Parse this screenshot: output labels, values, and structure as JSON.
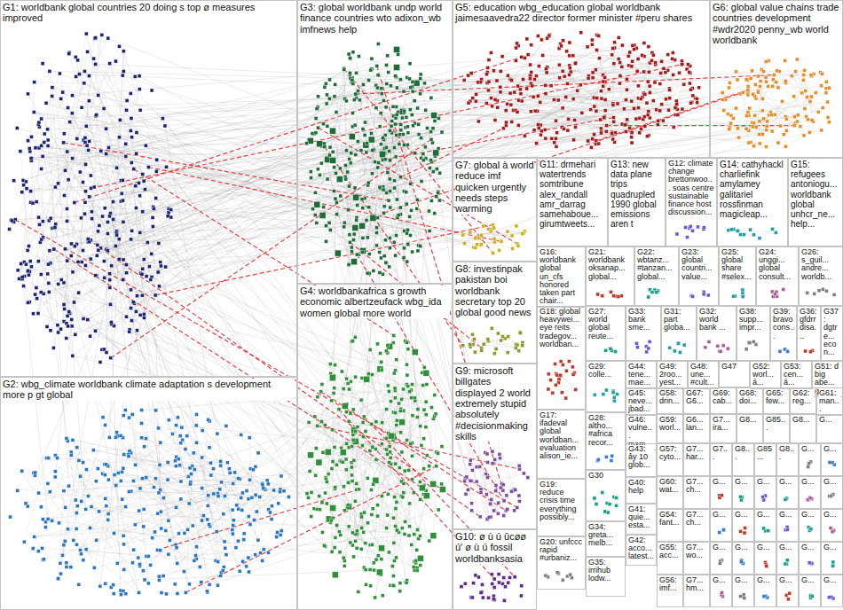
{
  "diagram": {
    "nodes": [
      {
        "text": [
          "G1: worldbank global countries 20 doing s top ø measures improved"
        ]
      },
      {
        "text": [
          "G3: global worldbank undp world finance countries wto adixon_wb imfnews help"
        ]
      },
      {
        "text": [
          "G5: education wbg_education global worldbank jaimesaavedra22 director former minister #peru shares"
        ]
      },
      {
        "text": [
          "G6: global value chains trade countries development #wdr2020 penny_wb world worldbank"
        ]
      },
      {
        "text": [
          "G7: global à world reduce imf quicken urgently needs steps warming"
        ]
      },
      {
        "text": [
          "G11: drmehari watertrends somtribune alex_randall amr_darrag samehaboue... girumtweets..."
        ]
      },
      {
        "text": [
          "G13: new data plane trips quadrupled 1990 global emissions aren t"
        ]
      },
      {
        "text": [
          "G12: climate change brettonwoo... soas centre sustainable finance host discussion..."
        ]
      },
      {
        "text": [
          "G14: cathyhackl charliefink amylamey galitariel rossfinman magicleap..."
        ]
      },
      {
        "text": [
          "G15: refugees antoniogu... worldbank global unhcr_ne... help..."
        ]
      },
      {
        "text": [
          "G8: investinpak pakistan boi worldbank secretary top 20 global good news"
        ]
      },
      {
        "text": [
          "G16: worldbank global un_cfs honored taken part chair..."
        ]
      },
      {
        "text": [
          "G21: worldbank oksanap... global..."
        ]
      },
      {
        "text": [
          "G22: wbtanz... #tanzan... global..."
        ]
      },
      {
        "text": [
          "G23: global countri... value..."
        ]
      },
      {
        "text": [
          "G25: global share #selex..."
        ]
      },
      {
        "text": [
          "G24: unggi... global consult..."
        ]
      },
      {
        "text": [
          "G26: s_guil... andre... worldb..."
        ]
      },
      {
        "text": [
          "G4: worldbankafrica s growth economic albertzeufack wbg_ida women global more world"
        ]
      },
      {
        "text": [
          "G18: global heavywei... eye reits tradegov... worldban..."
        ]
      },
      {
        "text": [
          "G27: world global reute..."
        ]
      },
      {
        "text": [
          "G33: bank sme..."
        ]
      },
      {
        "text": [
          "G31: part globa..."
        ]
      },
      {
        "text": [
          "G32: world bank ..."
        ]
      },
      {
        "text": [
          "G38: supp... impr..."
        ]
      },
      {
        "text": [
          "G39: bravo cons..."
        ]
      },
      {
        "text": [
          "G36: gfdrr disa..."
        ]
      },
      {
        "text": [
          "G37: dgtre... econ..."
        ]
      },
      {
        "text": [
          "G9: microsoft billgates displayed 2 world extremely stupid absolutely #decisionmaking skills"
        ]
      },
      {
        "text": [
          "G29: colle..."
        ]
      },
      {
        "text": [
          "G44: tene... mae..."
        ]
      },
      {
        "text": [
          "G49: 2roo... yest..."
        ]
      },
      {
        "text": [
          "G48: une... #cult..."
        ]
      },
      {
        "text": [
          "G47"
        ]
      },
      {
        "text": [
          "G52: worl... á..."
        ]
      },
      {
        "text": [
          "G53: cen... á..."
        ]
      },
      {
        "text": [
          "G51: d big abe... gvc..."
        ]
      },
      {
        "text": [
          "G45: neve... jbad..."
        ]
      },
      {
        "text": [
          "G58: drin..."
        ]
      },
      {
        "text": [
          "G67: G6..."
        ]
      },
      {
        "text": [
          "G69: cab..."
        ]
      },
      {
        "text": [
          "G68: doi..."
        ]
      },
      {
        "text": [
          "G65: few..."
        ]
      },
      {
        "text": [
          "G62: reg..."
        ]
      },
      {
        "text": [
          "G61: man..."
        ]
      },
      {
        "text": [
          "G17: ifadeval global worldban... evaluation alison_ie..."
        ]
      },
      {
        "text": [
          "G28: altho... #africa recor..."
        ]
      },
      {
        "text": [
          "G46: vulne... msm..."
        ]
      },
      {
        "text": [
          "G59: worl..."
        ]
      },
      {
        "text": [
          "G6... lan..."
        ]
      },
      {
        "text": [
          "G7... ira..."
        ]
      },
      {
        "text": [
          "G8..."
        ]
      },
      {
        "text": [
          "G85..."
        ]
      },
      {
        "text": [
          "G8..."
        ]
      },
      {
        "text": [
          "G..."
        ]
      },
      {
        "text": [
          "G43: ây 10 glob..."
        ]
      },
      {
        "text": [
          "G57: cyto..."
        ]
      },
      {
        "text": [
          "G7... har..."
        ]
      },
      {
        "text": [
          "G19: reduce crisis time everything possibly..."
        ]
      },
      {
        "text": [
          "G40: help"
        ]
      },
      {
        "text": [
          "G60: wat..."
        ]
      },
      {
        "text": [
          "G7... ch..."
        ]
      },
      {
        "text": [
          "G30"
        ]
      },
      {
        "text": [
          "G41: quie... esta..."
        ]
      },
      {
        "text": [
          "G54: fant..."
        ]
      },
      {
        "text": [
          "G7... ch..."
        ]
      },
      {
        "text": [
          "G20: unfccc rapid #urbaniz..."
        ]
      },
      {
        "text": [
          "G34: greta... melb..."
        ]
      },
      {
        "text": [
          "G42: acco... latest..."
        ]
      },
      {
        "text": [
          "G55: acc..."
        ]
      },
      {
        "text": [
          "G7... wo..."
        ]
      },
      {
        "text": [
          "G35: irrihub lodw..."
        ]
      },
      {
        "text": [
          "G56: imf..."
        ]
      },
      {
        "text": [
          "G7... hm..."
        ]
      },
      {
        "text": [
          "G10: ø ù ú ûcøø ú' ø ù ú fossil worldbanksasia"
        ]
      },
      {
        "text": [
          "G2: wbg_climate worldbank climate adaptation s development more p gt global"
        ]
      },
      {
        "text": [
          "G7..."
        ]
      },
      {
        "text": [
          "G8..."
        ]
      },
      {
        "text": [
          "G85..."
        ]
      },
      {
        "text": [
          "G8..."
        ]
      },
      {
        "text": [
          "G..."
        ]
      },
      {
        "text": [
          "G..."
        ]
      },
      {
        "text": [
          "G..."
        ]
      },
      {
        "text": [
          "G..."
        ]
      },
      {
        "text": [
          "G..."
        ]
      },
      {
        "text": [
          "G..."
        ]
      },
      {
        "text": [
          "G..."
        ]
      },
      {
        "text": [
          "G..."
        ]
      },
      {
        "text": [
          "G..."
        ]
      },
      {
        "text": [
          "G..."
        ]
      },
      {
        "text": [
          "G..."
        ]
      },
      {
        "text": [
          "G..."
        ]
      },
      {
        "text": [
          "G..."
        ]
      },
      {
        "text": [
          "G..."
        ]
      },
      {
        "text": [
          "G..."
        ]
      },
      {
        "text": [
          "G..."
        ]
      },
      {
        "text": [
          "G..."
        ]
      },
      {
        "text": [
          "G..."
        ]
      },
      {
        "text": [
          "G..."
        ]
      },
      {
        "text": [
          "G..."
        ]
      },
      {
        "text": [
          "G..."
        ]
      },
      {
        "text": [
          "G..."
        ]
      },
      {
        "text": [
          "G..."
        ]
      },
      {
        "text": [
          "G..."
        ]
      },
      {
        "text": [
          "G..."
        ]
      },
      {
        "text": [
          "G..."
        ]
      }
    ]
  }
}
